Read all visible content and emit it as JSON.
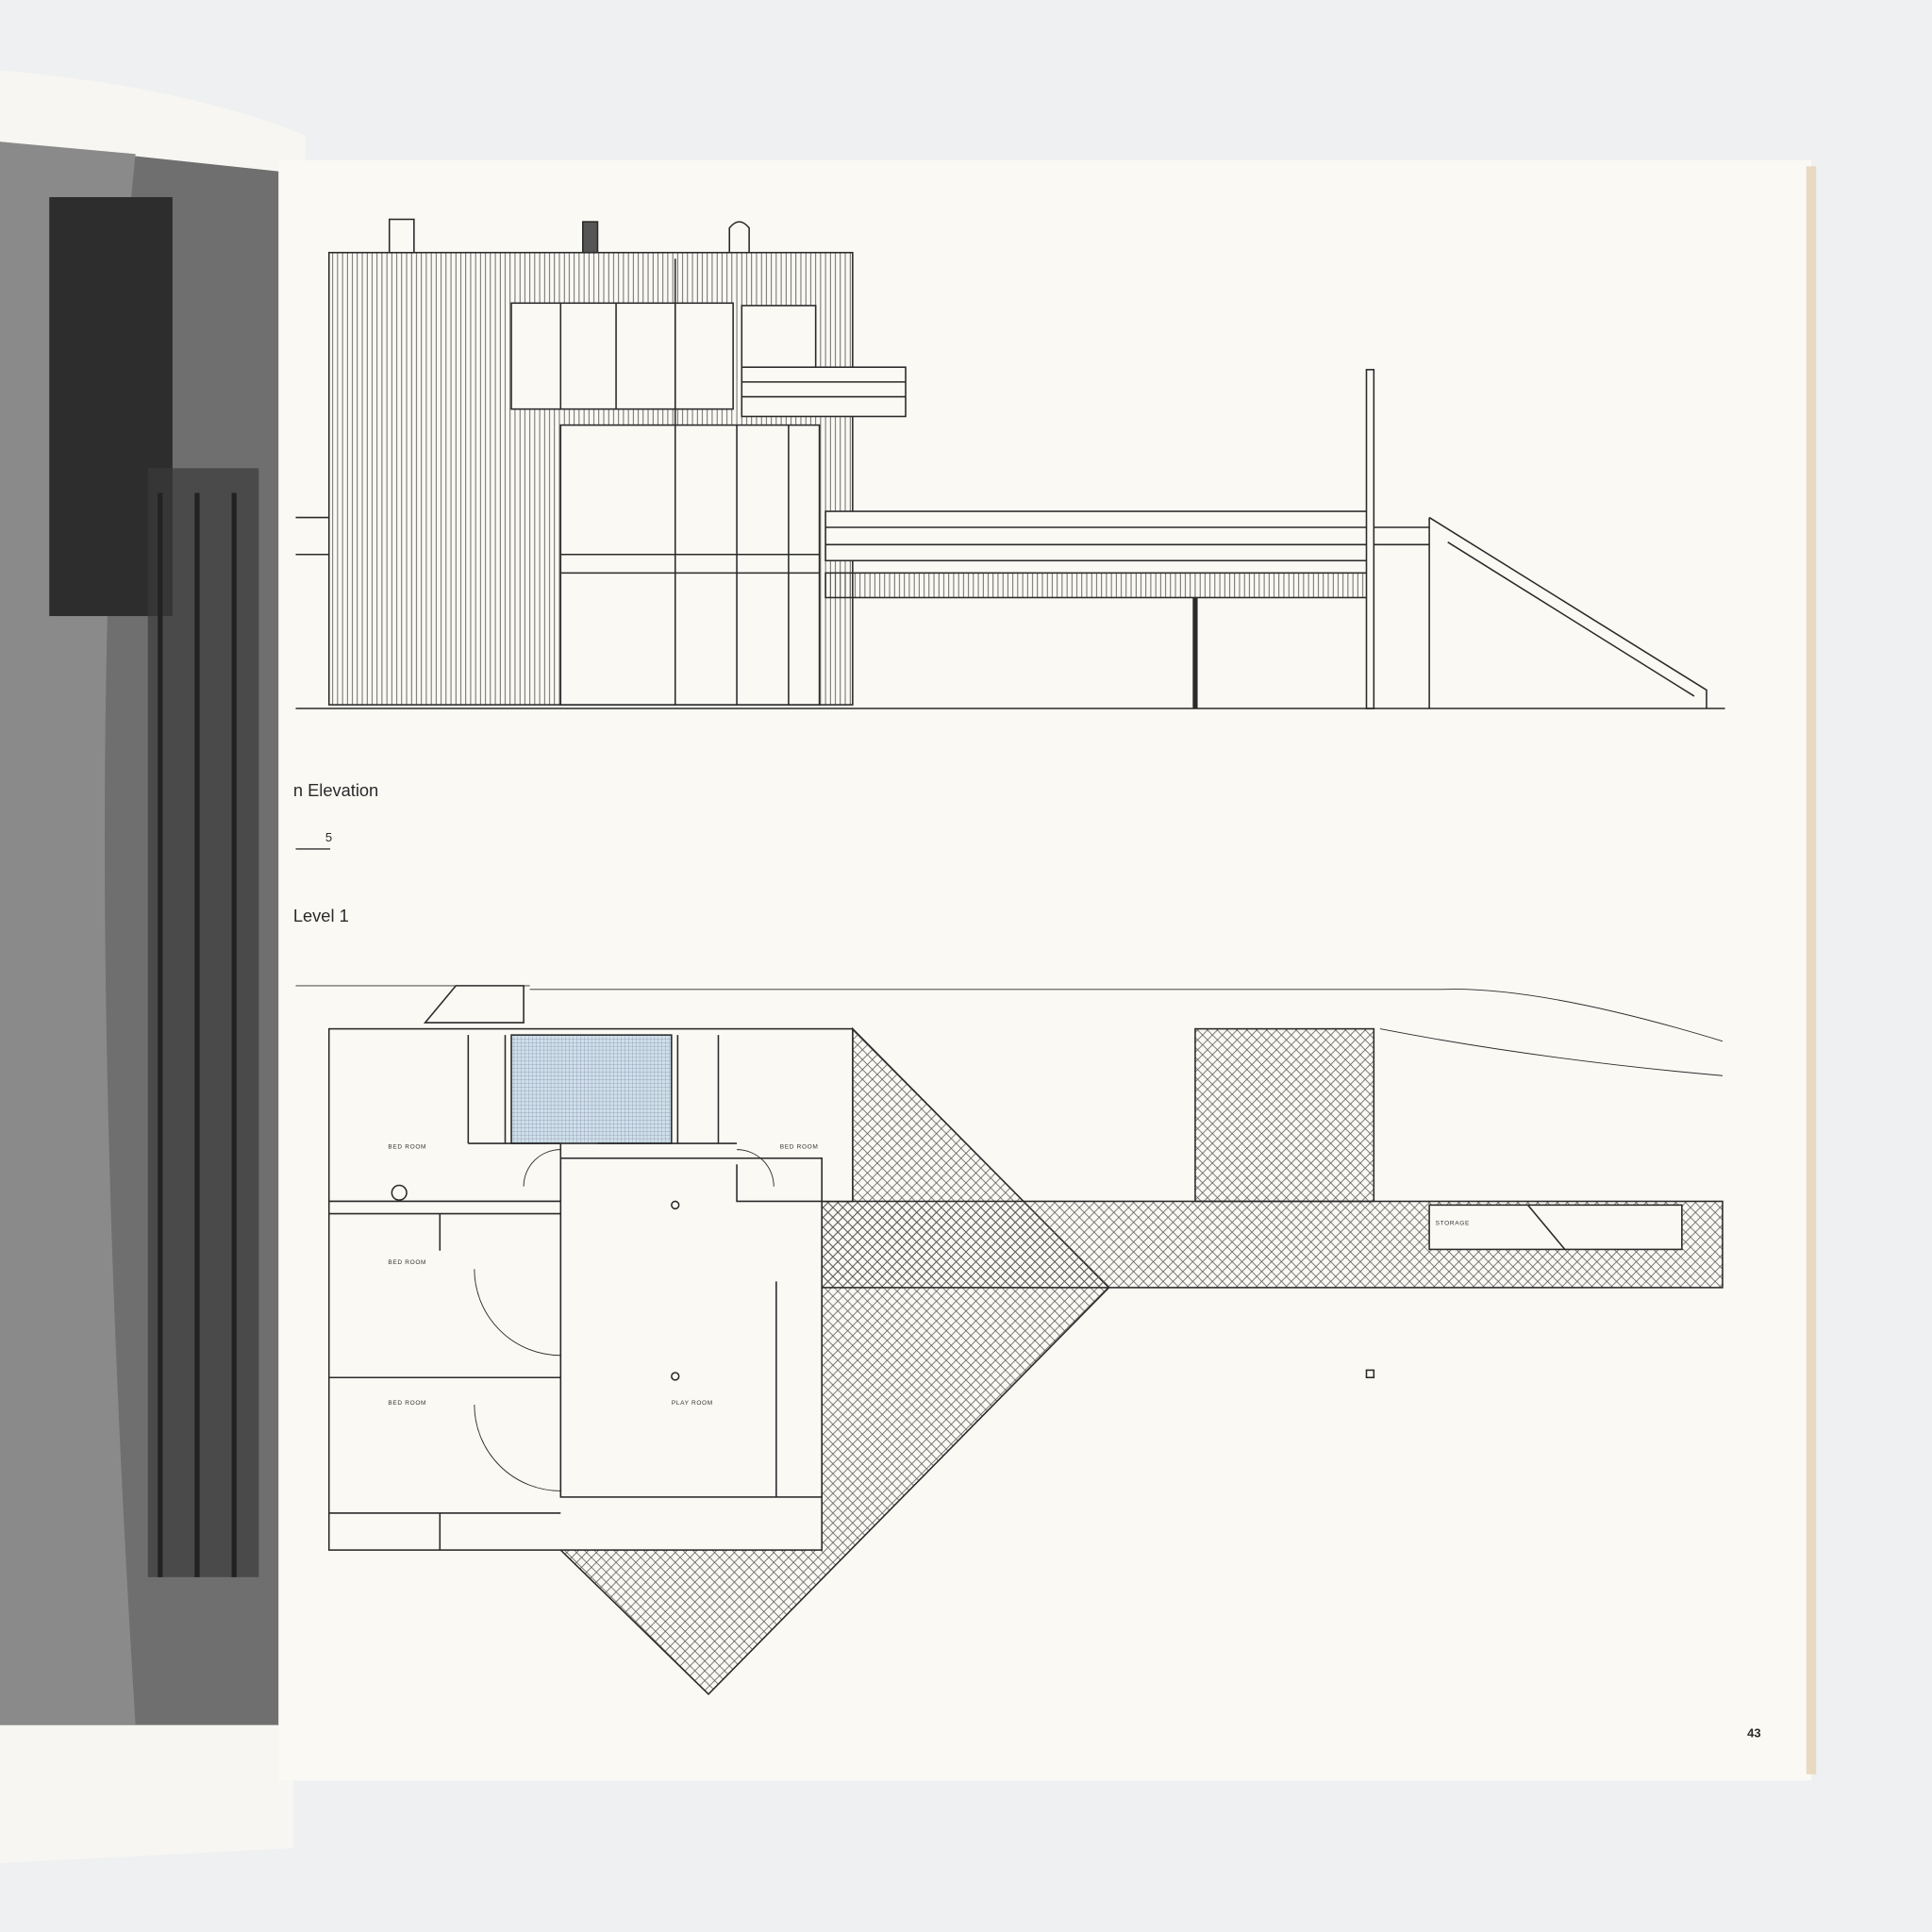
{
  "page": {
    "number": "43",
    "colors": {
      "paper": "#fbf9f4",
      "background": "#eef0f1",
      "ink": "#2a2a2a",
      "photo": "#6a6a6a"
    }
  },
  "elevation": {
    "caption": "n Elevation",
    "scale_label": "5"
  },
  "plan": {
    "caption": "Level 1",
    "rooms": [
      "BED ROOM",
      "BED ROOM",
      "BED ROOM",
      "BED ROOM",
      "PLAY ROOM",
      "STORAGE"
    ]
  }
}
